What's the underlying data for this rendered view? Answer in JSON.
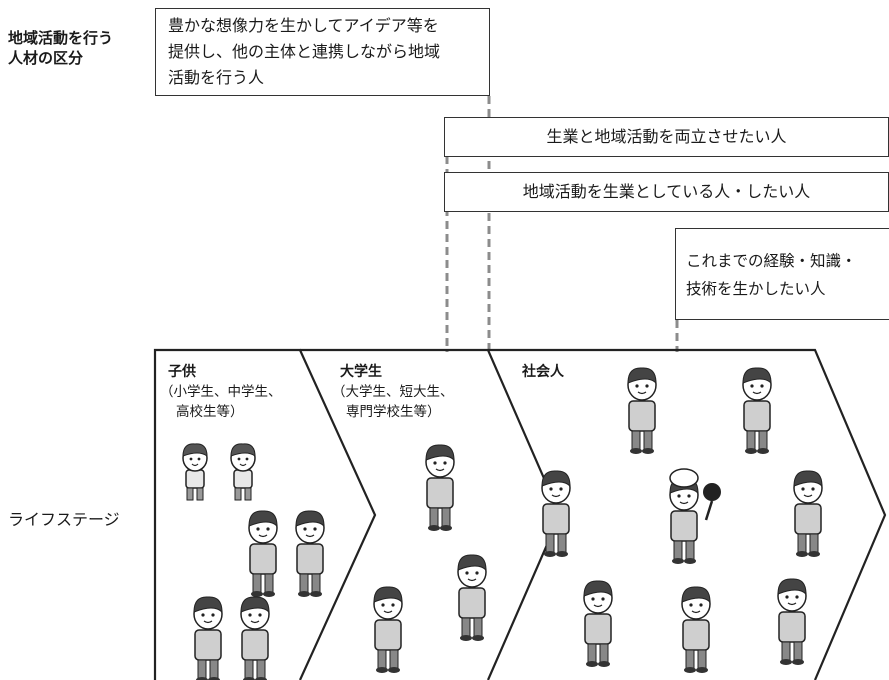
{
  "left_labels": {
    "talent_category": [
      "地域活動を行う",
      "人材の区分"
    ],
    "life_stage": "ライフステージ"
  },
  "boxes": {
    "creative": [
      "豊かな想像力を生かしてアイデア等を",
      "提供し、他の主体と連携しながら地域",
      "活動を行う人"
    ],
    "balance": "生業と地域活動を両立させたい人",
    "livelihood": "地域活動を生業としている人・したい人",
    "experience": [
      "これまでの経験・知識・",
      "技術を生かしたい人"
    ]
  },
  "stages": [
    {
      "title": "子供",
      "sub": [
        "（小学生、中学生、",
        "高校生等）"
      ]
    },
    {
      "title": "大学生",
      "sub": [
        "（大学生、短大生、",
        "専門学校生等）"
      ]
    },
    {
      "title": "社会人",
      "sub": []
    }
  ],
  "colors": {
    "line": "#333333",
    "dashed": "#8c8c8c",
    "hair": "#4a4a4a",
    "skin": "#ffffff"
  }
}
